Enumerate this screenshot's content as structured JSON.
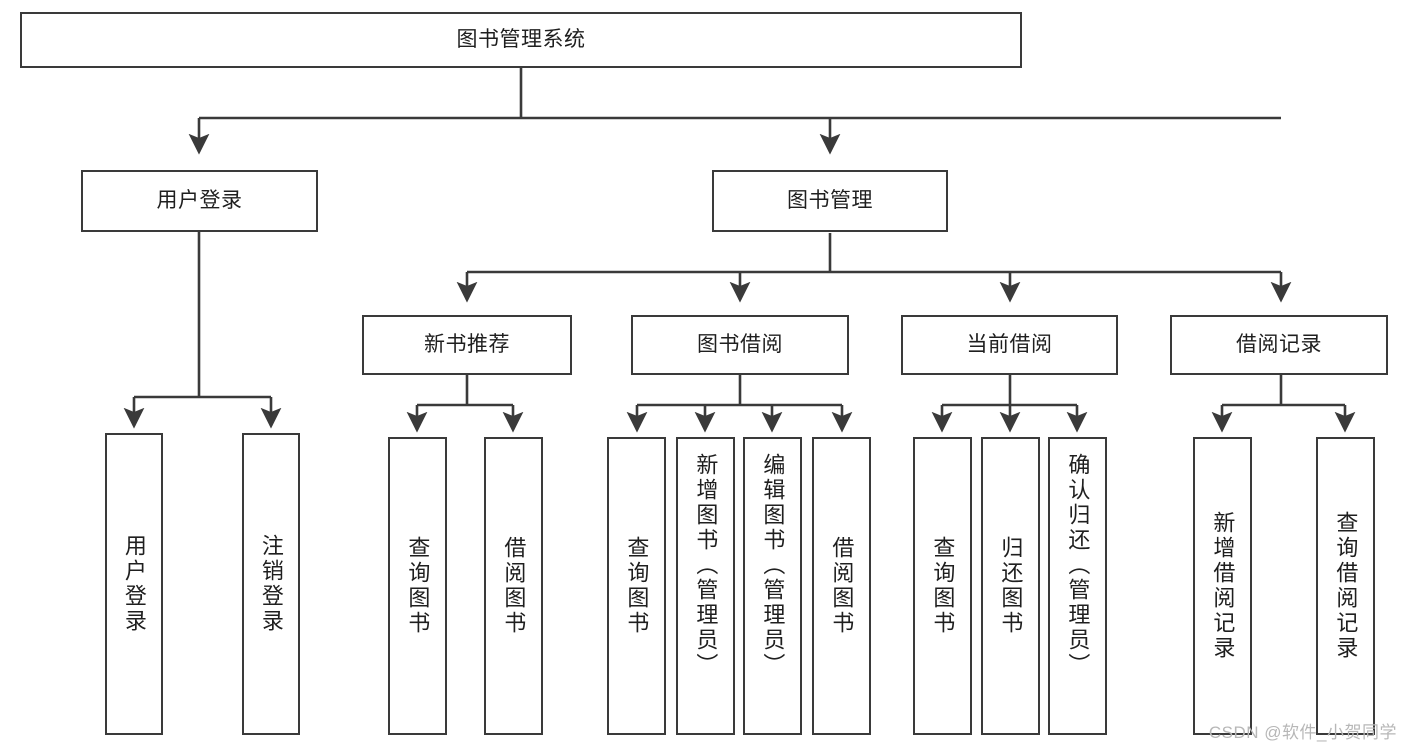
{
  "diagram": {
    "type": "tree",
    "title": "图书管理系统",
    "stroke_color": "#3a3a3a",
    "background_color": "#ffffff",
    "text_color": "#1f1f1f"
  },
  "root": {
    "label": "图书管理系统"
  },
  "tier1": [
    {
      "label": "用户登录"
    },
    {
      "label": "图书管理"
    }
  ],
  "tier2": [
    {
      "label": "新书推荐"
    },
    {
      "label": "图书借阅"
    },
    {
      "label": "当前借阅"
    },
    {
      "label": "借阅记录"
    }
  ],
  "leaves": {
    "user_login": [
      {
        "label": "用户登录"
      },
      {
        "label": "注销登录"
      }
    ],
    "new_book": [
      {
        "label": "查询图书"
      },
      {
        "label": "借阅图书"
      }
    ],
    "book_borrow": [
      {
        "label": "查询图书"
      },
      {
        "label": "新增图书（管理员）"
      },
      {
        "label": "编辑图书（管理员）"
      },
      {
        "label": "借阅图书"
      }
    ],
    "current_borrow": [
      {
        "label": "查询图书"
      },
      {
        "label": "归还图书"
      },
      {
        "label": "确认归还（管理员）"
      }
    ],
    "borrow_record": [
      {
        "label": "新增借阅记录"
      },
      {
        "label": "查询借阅记录"
      }
    ]
  },
  "watermark": {
    "text": "CSDN @软件_小贺同学"
  }
}
